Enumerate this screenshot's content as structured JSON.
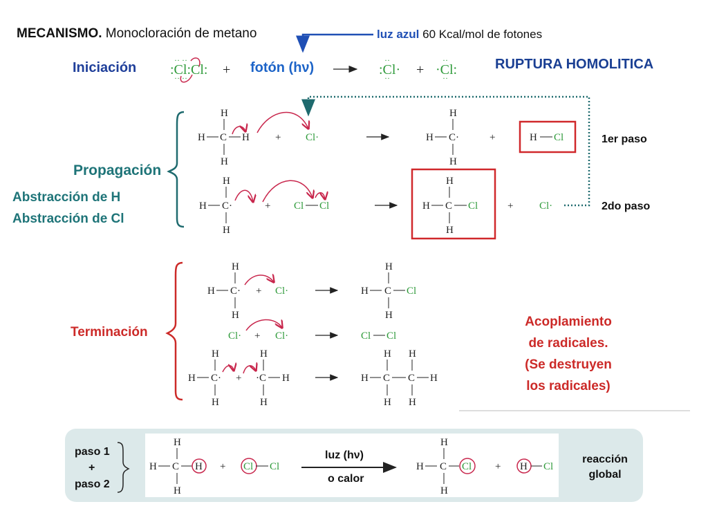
{
  "header": {
    "title_bold": "MECANISMO.",
    "title_rest": " Monocloración de metano",
    "light_bold": "luz azul",
    "light_rest": " 60 Kcal/mol de fotones"
  },
  "initiation": {
    "label": "Iniciación",
    "photon": "fotón (hν)",
    "note": "RUPTURA HOMOLITICA"
  },
  "propagation": {
    "label": "Propagación",
    "abstraction_h": "Abstracción de H",
    "abstraction_cl": "Abstracción de Cl",
    "step1": "1er paso",
    "step2": "2do paso"
  },
  "termination": {
    "label": "Terminación",
    "note_lines": [
      "Acoplamiento",
      "de radicales.",
      "(Se destruyen",
      "los radicales)"
    ]
  },
  "summary": {
    "steps": [
      "paso 1",
      "+",
      "paso 2"
    ],
    "arrow_top": "luz (hν)",
    "arrow_bottom": "o calor",
    "global": [
      "reacción",
      "global"
    ]
  },
  "colors": {
    "chlorine": "#2e9a3a",
    "curved_arrow": "#c8264c",
    "box": "#d0282b",
    "bracket_prop": "#1e6a6e",
    "bracket_term": "#cc2a28",
    "dotted_arrow": "#1e6a6e",
    "summary_bg": "#dce9ea"
  }
}
